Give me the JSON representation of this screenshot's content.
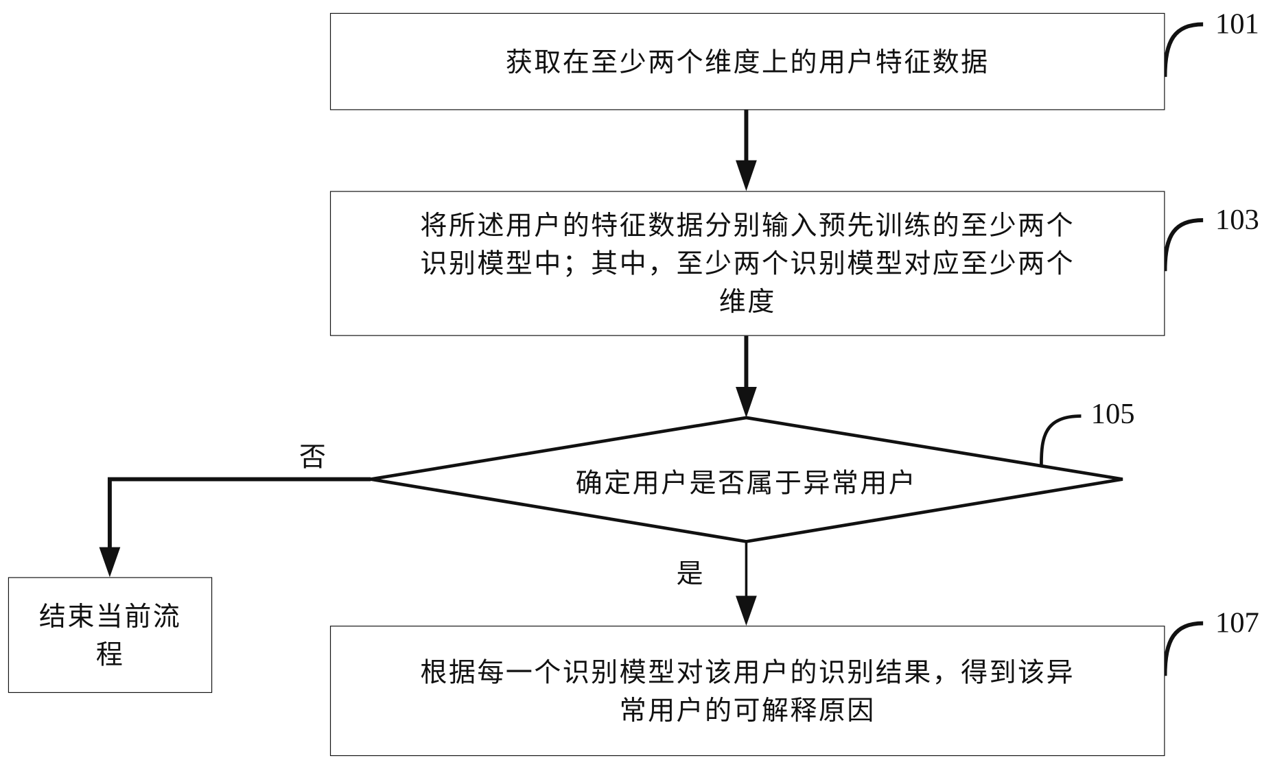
{
  "steps": {
    "s101": {
      "ref": "101",
      "text": "获取在至少两个维度上的用户特征数据"
    },
    "s103": {
      "ref": "103",
      "lines": [
        "将所述用户的特征数据分别输入预先训练的至少两个",
        "识别模型中；其中，至少两个识别模型对应至少两个",
        "维度"
      ]
    },
    "s105": {
      "ref": "105",
      "text": "确定用户是否属于异常用户"
    },
    "s107": {
      "ref": "107",
      "lines": [
        "根据每一个识别模型对该用户的识别结果，得到该异",
        "常用户的可解释原因"
      ]
    },
    "end": {
      "lines": [
        "结束当前流",
        "程"
      ]
    }
  },
  "branches": {
    "no": "否",
    "yes": "是"
  },
  "colors": {
    "stroke": "#111111",
    "background": "#ffffff"
  }
}
